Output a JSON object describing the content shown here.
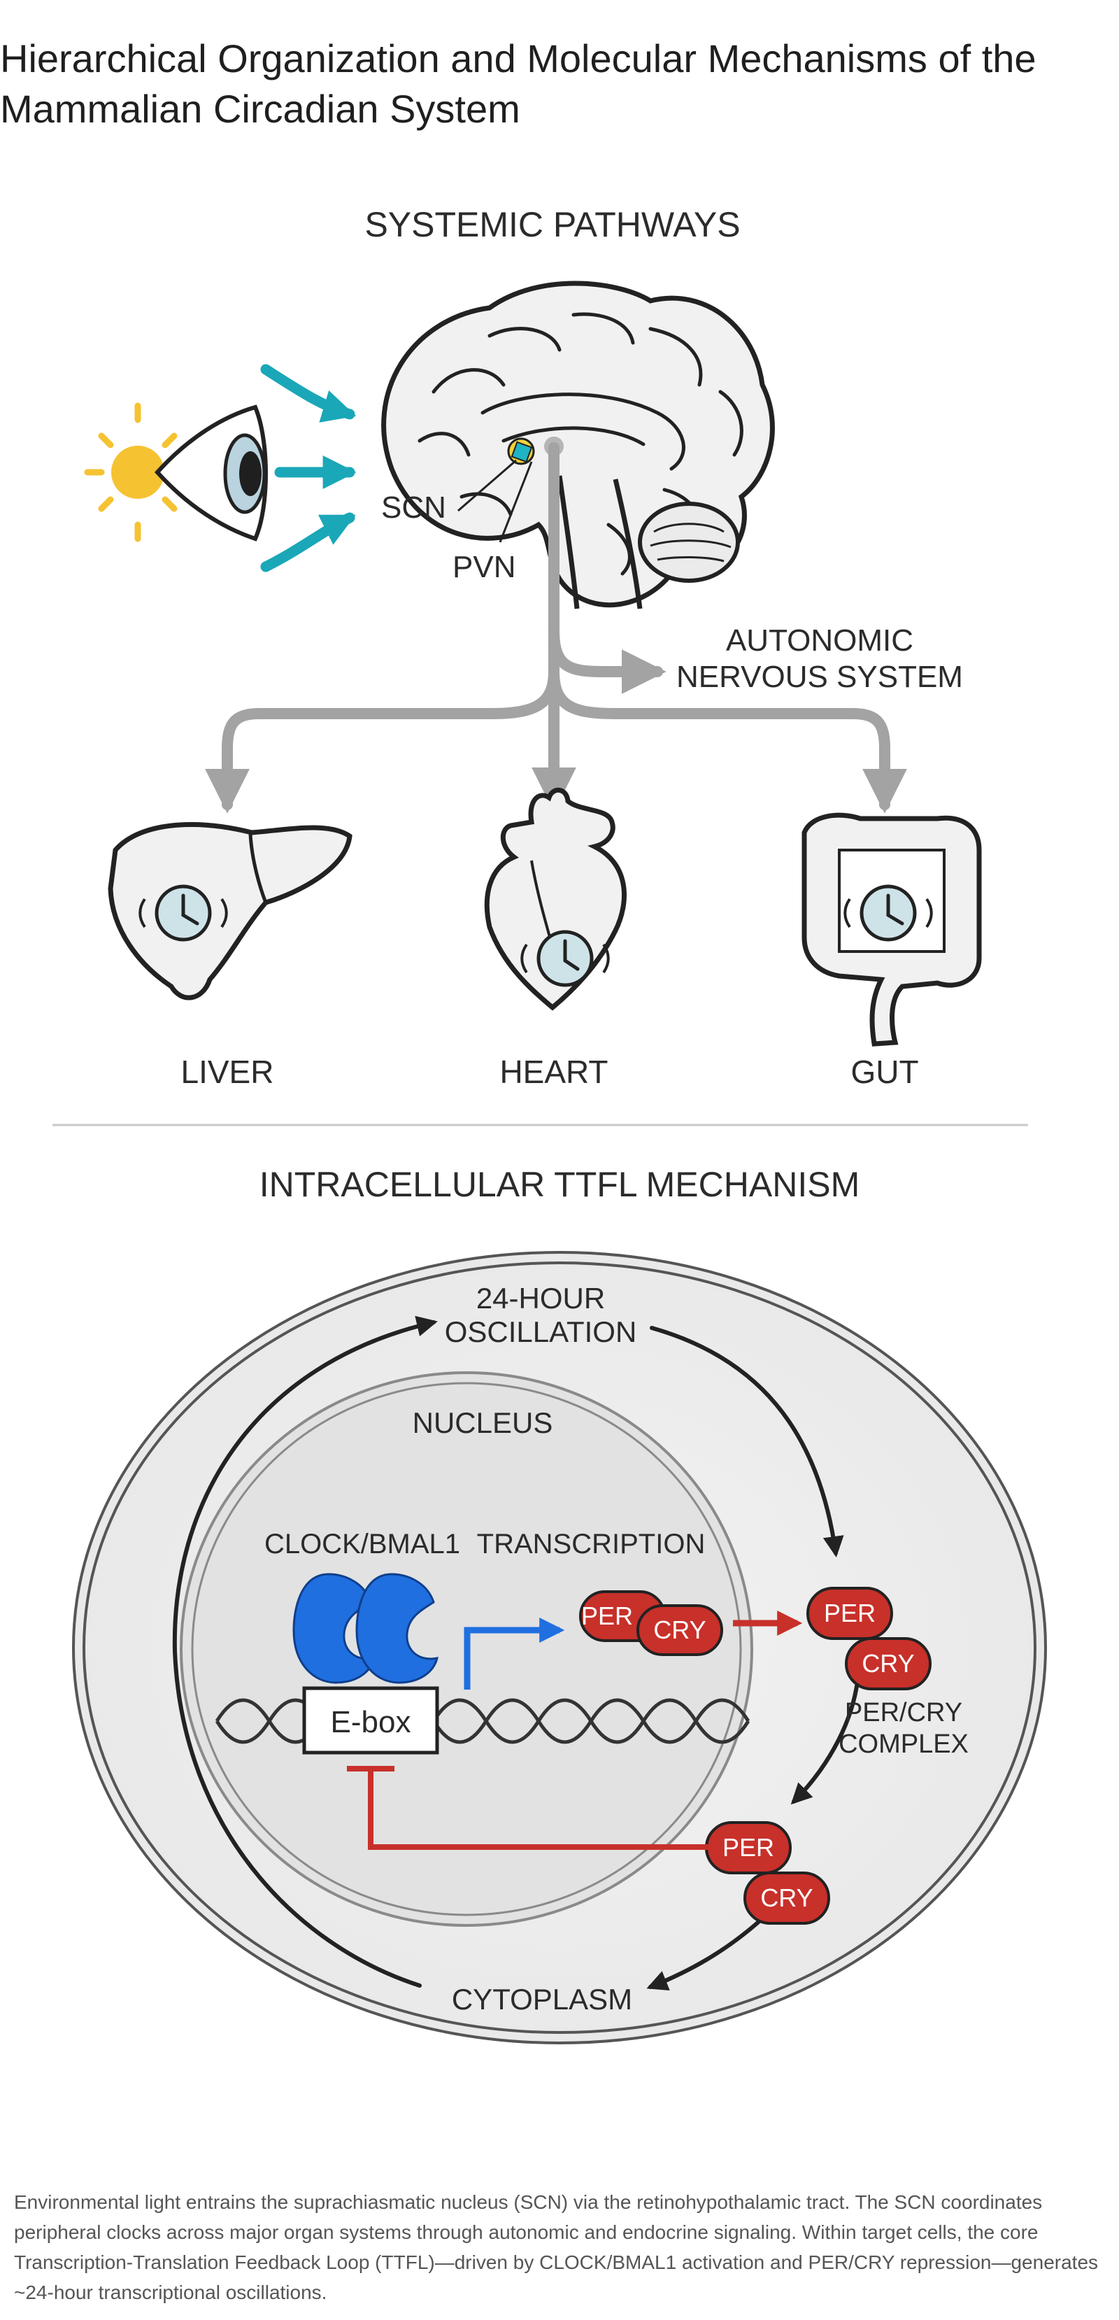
{
  "title": "Hierarchical Organization and Molecular Mechanisms of the Mammalian Circadian System",
  "systemic": {
    "heading": "SYSTEMIC PATHWAYS",
    "scn_label": "SCN",
    "pvn_label": "PVN",
    "ans_line1": "AUTONOMIC",
    "ans_line2": "NERVOUS SYSTEM",
    "organs": [
      {
        "label": "LIVER"
      },
      {
        "label": "HEART"
      },
      {
        "label": "GUT"
      }
    ]
  },
  "ttfl": {
    "heading": "INTRACELLULAR TTFL MECHANISM",
    "osc_line1": "24-HOUR",
    "osc_line2": "OSCILLATION",
    "nucleus": "NUCLEUS",
    "clock_bmal1": "CLOCK/BMAL1",
    "transcription": "TRANSCRIPTION",
    "ebox": "E-box",
    "per": "PER",
    "cry": "CRY",
    "complex_line1": "PER/CRY",
    "complex_line2": "COMPLEX",
    "cytoplasm": "CYTOPLASM"
  },
  "colors": {
    "teal": "#1aa7b8",
    "sun": "#f5c231",
    "blue": "#1f6fe0",
    "red": "#c8302a",
    "gray_arrow": "#a3a3a3"
  },
  "caption": "Environmental light entrains the suprachiasmatic nucleus (SCN) via the retinohypothalamic tract. The SCN coordinates peripheral clocks across major organ systems through autonomic and endocrine signaling. Within target cells, the core Transcription-Translation Feedback Loop (TTFL)—driven by CLOCK/BMAL1 activation and PER/CRY repression—generates ~24-hour transcriptional oscillations."
}
